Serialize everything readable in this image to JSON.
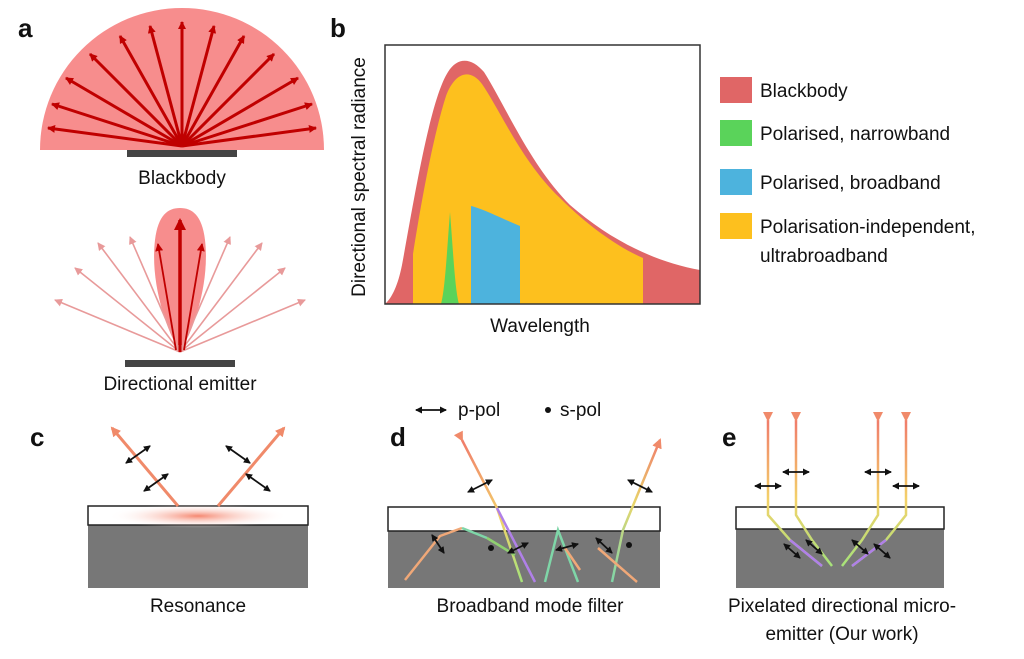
{
  "panels": {
    "a": {
      "label": "a",
      "blackbody_caption": "Blackbody",
      "emitter_caption": "Directional emitter"
    },
    "b": {
      "label": "b",
      "ylabel": "Directional spectral radiance",
      "xlabel": "Wavelength",
      "legend": [
        {
          "name": "Blackbody",
          "color": "#e06666"
        },
        {
          "name": "Polarised, narrowband",
          "color": "#5ad35a"
        },
        {
          "name": "Polarised, broadband",
          "color": "#4db3dd"
        },
        {
          "name": "Polarisation-independent,",
          "name2": "ultrabroadband",
          "color": "#fdc01e"
        }
      ]
    },
    "c": {
      "label": "c",
      "caption": "Resonance"
    },
    "d": {
      "label": "d",
      "caption": "Broadband mode filter",
      "ppol": "p-pol",
      "spol": "s-pol"
    },
    "e": {
      "label": "e",
      "caption_line1": "Pixelated directional micro-",
      "caption_line2": "emitter (Our work)"
    }
  },
  "colors": {
    "blackbody_fan": "#f78d8d",
    "arrow_dark": "#c00000",
    "arrow_light": "#e89a9a",
    "substrate": "#777777",
    "emitter_bar": "#444444"
  },
  "icons": [
    "double-arrow-icon",
    "dot-icon"
  ]
}
